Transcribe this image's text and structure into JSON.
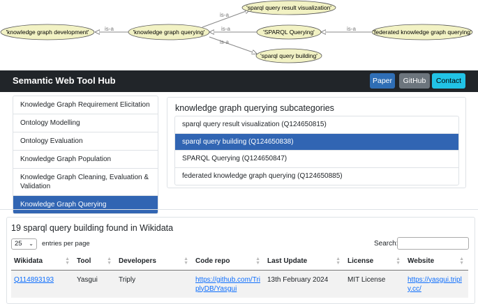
{
  "graph": {
    "nodes": {
      "kg_development": "'knowledge graph development'",
      "kg_querying": "'knowledge graph querying'",
      "result_viz": "'sparql query result visualization'",
      "sparql_querying": "'SPARQL Querying'",
      "federated": "'federated knowledge graph querying'",
      "query_building": "'sparql query building'"
    },
    "edge_label": "is-a"
  },
  "navbar": {
    "brand": "Semantic Web Tool Hub",
    "paper": "Paper",
    "github": "GitHub",
    "contact": "Contact"
  },
  "sidebar": {
    "items": [
      {
        "label": "Knowledge Graph Requirement Elicitation"
      },
      {
        "label": "Ontology Modelling"
      },
      {
        "label": "Ontology Evaluation"
      },
      {
        "label": "Knowledge Graph Population"
      },
      {
        "label": "Knowledge Graph Cleaning, Evaluation & Validation"
      },
      {
        "label": "Knowledge Graph Querying",
        "active": true
      }
    ]
  },
  "subcategories": {
    "title": "knowledge graph querying subcategories",
    "items": [
      {
        "label": "sparql query result visualization (Q124650815)"
      },
      {
        "label": "sparql query building (Q124650838)",
        "active": true
      },
      {
        "label": "SPARQL Querying (Q124650847)"
      },
      {
        "label": "federated knowledge graph querying (Q124650885)"
      }
    ]
  },
  "results": {
    "title": "19 sparql query building found in Wikidata",
    "entries_value": "25",
    "entries_label": "entries per page",
    "search_label": "Search:",
    "columns": [
      "Wikidata",
      "Tool",
      "Developers",
      "Code repo",
      "Last Update",
      "License",
      "Website"
    ],
    "rows": [
      {
        "wikidata": "Q114893193",
        "tool": "Yasgui",
        "developers": "Triply",
        "code_repo": "https://github.com/TriplyDB/Yasgui",
        "last_update": "13th February 2024",
        "license": "MIT License",
        "website": "https://yasgui.triply.cc/"
      }
    ]
  },
  "colors": {
    "navbar_bg": "#212529",
    "active_blue": "#3165b3",
    "paper_btn": "#2f6eb5",
    "github_btn": "#6c757d",
    "contact_btn": "#21c3e6",
    "node_fill": "#f2f2c4",
    "link": "#0d6efd"
  }
}
